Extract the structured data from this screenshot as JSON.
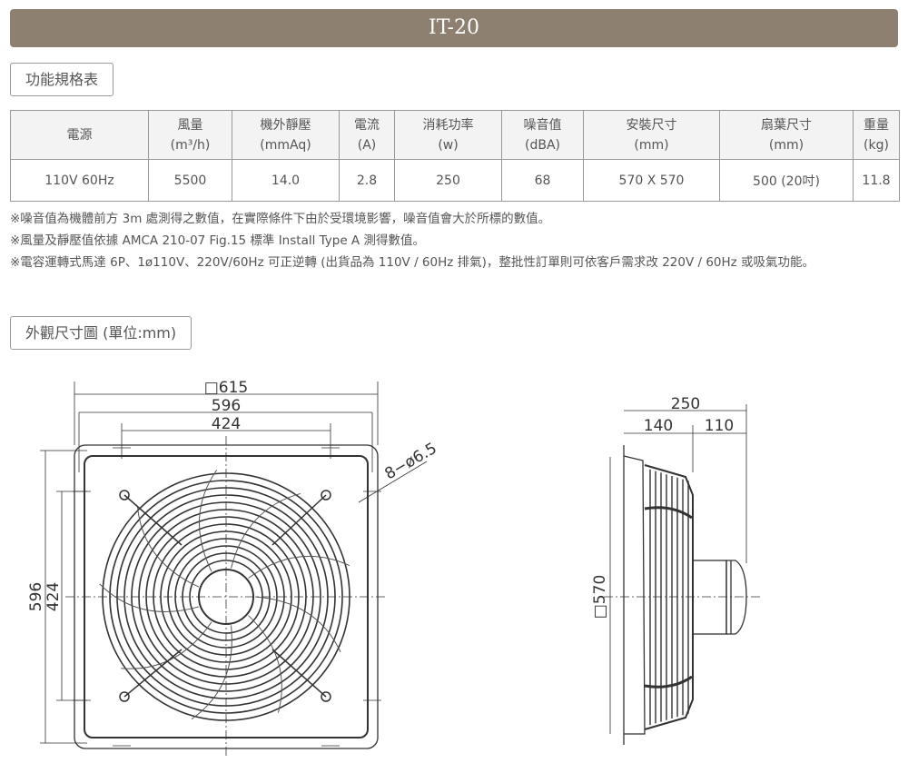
{
  "title": "IT-20",
  "spec_section": "功能規格表",
  "table": {
    "headers": [
      {
        "label": "電源",
        "unit": ""
      },
      {
        "label": "風量",
        "unit": "(m³/h)"
      },
      {
        "label": "機外靜壓",
        "unit": "(mmAq)"
      },
      {
        "label": "電流",
        "unit": "(A)"
      },
      {
        "label": "消耗功率",
        "unit": "(w)"
      },
      {
        "label": "噪音值",
        "unit": "(dBA)"
      },
      {
        "label": "安裝尺寸",
        "unit": "(mm)"
      },
      {
        "label": "扇葉尺寸",
        "unit": "(mm)"
      },
      {
        "label": "重量",
        "unit": "(kg)"
      }
    ],
    "row": [
      "110V 60Hz",
      "5500",
      "14.0",
      "2.8",
      "250",
      "68",
      "570 X 570",
      "500 (20吋)",
      "11.8"
    ]
  },
  "notes": [
    "※噪音值為機體前方 3m 處測得之數值，在實際條件下由於受環境影響，噪音值會大於所標的數值。",
    "※風量及靜壓值依據 AMCA 210-07 Fig.15 標準 Install Type A 測得數值。",
    "※電容運轉式馬達 6P、1ø110V、220V/60Hz 可正逆轉 (出貨品為 110V / 60Hz 排氣)，整批性訂單則可依客戶需求改 220V / 60Hz 或吸氣功能。"
  ],
  "drawing_section": "外觀尺寸圖 (單位:mm)",
  "front_dims": {
    "outer": "□615",
    "width": "596",
    "holes": "424",
    "height": "596",
    "hole_height": "424",
    "hole_spec": "8−ø6.5"
  },
  "side_dims": {
    "depth": "250",
    "guard": "140",
    "motor": "110",
    "plate": "□570"
  }
}
